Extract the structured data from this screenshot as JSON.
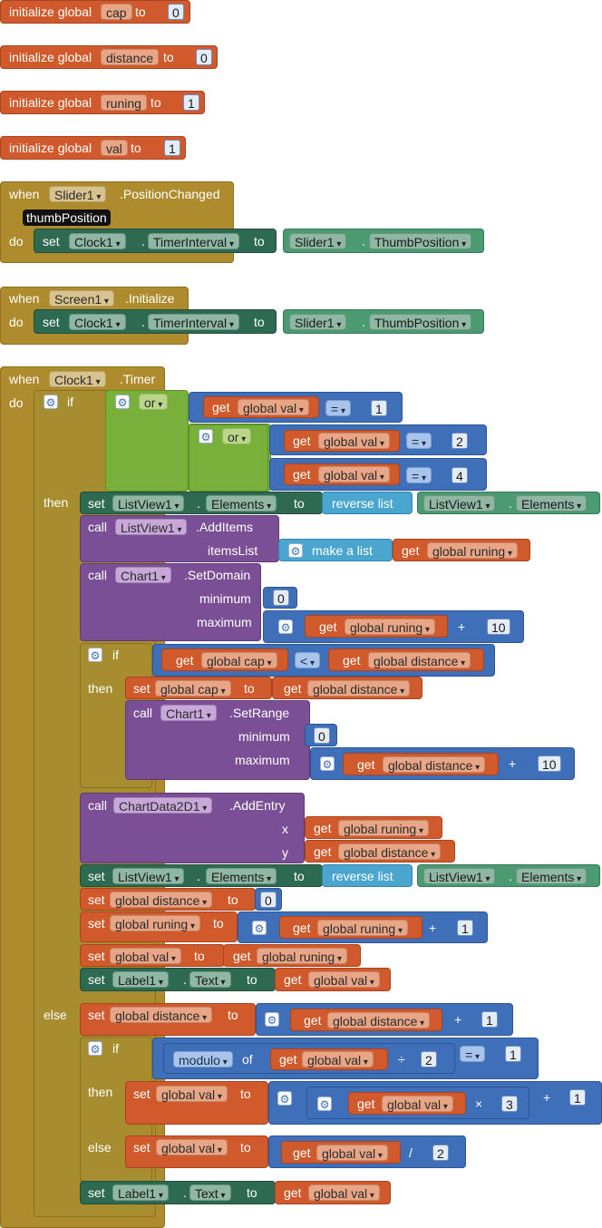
{
  "kw": {
    "init": "initialize global",
    "to": "to",
    "when": "when",
    "do": "do",
    "set": "set",
    "get": "get",
    "call": "call",
    "if": "if",
    "then": "then",
    "else": "else",
    "or": "or",
    "eq": "=",
    "lt": "<",
    "plus": "+",
    "div_sign": "÷",
    "times": "×",
    "slash": "/",
    "dot": ".",
    "reverse_list": "reverse list",
    "make_list": "make a list",
    "modulo": "modulo",
    "of": "of",
    "minimum": "minimum",
    "maximum": "maximum",
    "itemsList": "itemsList",
    "x": "x",
    "y": "y"
  },
  "globals": [
    {
      "name": "cap",
      "value": "0"
    },
    {
      "name": "distance",
      "value": "0"
    },
    {
      "name": "runing",
      "value": "1"
    },
    {
      "name": "val",
      "value": "1"
    }
  ],
  "names": {
    "g_cap": "global cap",
    "g_distance": "global distance",
    "g_runing": "global runing",
    "g_val": "global val",
    "slider": "Slider1",
    "screen": "Screen1",
    "clock": "Clock1",
    "listview": "ListView1",
    "chart": "Chart1",
    "chartdata": "ChartData2D1",
    "label": "Label1",
    "timer_interval": "TimerInterval",
    "thumb_position": "ThumbPosition",
    "elements": "Elements",
    "text": "Text",
    "ev_position_changed": ".PositionChanged",
    "ev_initialize": ".Initialize",
    "ev_timer": ".Timer",
    "m_additems": ".AddItems",
    "m_setdomain": ".SetDomain",
    "m_setrange": ".SetRange",
    "m_addentry": ".AddEntry",
    "param_thumb": "thumbPosition"
  },
  "nums": {
    "n0": "0",
    "n1": "1",
    "n2": "2",
    "n3": "3",
    "n4": "4",
    "n10": "10"
  },
  "colors": {
    "variables": "#d05a2b",
    "events": "#ae8b2c",
    "components": "#2e6a52",
    "control": "#a78d2f",
    "logic": "#79b03a",
    "math": "#3e6fb8",
    "lists": "#4aa6cf",
    "methods": "#7b4f95"
  }
}
